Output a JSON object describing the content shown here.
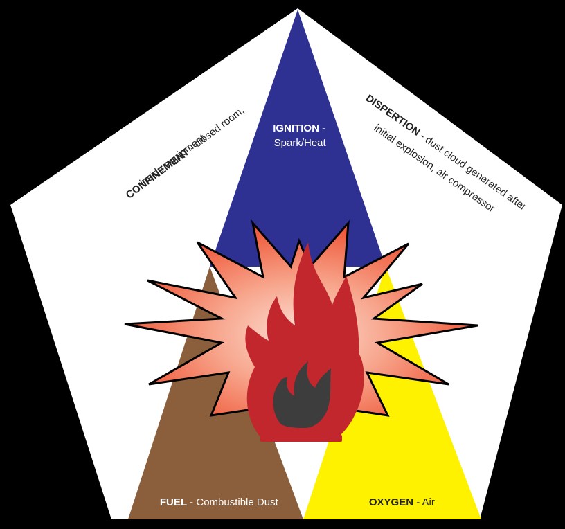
{
  "colors": {
    "background": "#000000",
    "pentagon": "#ffffff",
    "ignition": "#2e3192",
    "fuel": "#8b5e3c",
    "oxygen": "#fff200",
    "burst_outer": "#ee4b2b",
    "burst_inner": "#fde0d6",
    "flame": "#c1272d",
    "flame_core": "#3d3d3d"
  },
  "icons": {
    "burst": "explosion-burst-icon",
    "flame": "flame-icon"
  },
  "elements": {
    "confinement": {
      "name": "CONFINEMENT",
      "sep": " - ",
      "line1": "closed room,",
      "line2": "inside equipment"
    },
    "ignition": {
      "name": "IGNITION",
      "sep": " -",
      "line2": "Spark/Heat"
    },
    "dispersion": {
      "name": "DISPERTION",
      "sep": " - ",
      "line1": "dust cloud generated after",
      "line2": "initial explosion, air compressor"
    },
    "fuel": {
      "name": "FUEL",
      "sep": " - ",
      "desc": "Combustible Dust"
    },
    "oxygen": {
      "name": "OXYGEN",
      "sep": " - ",
      "desc": "Air"
    }
  }
}
